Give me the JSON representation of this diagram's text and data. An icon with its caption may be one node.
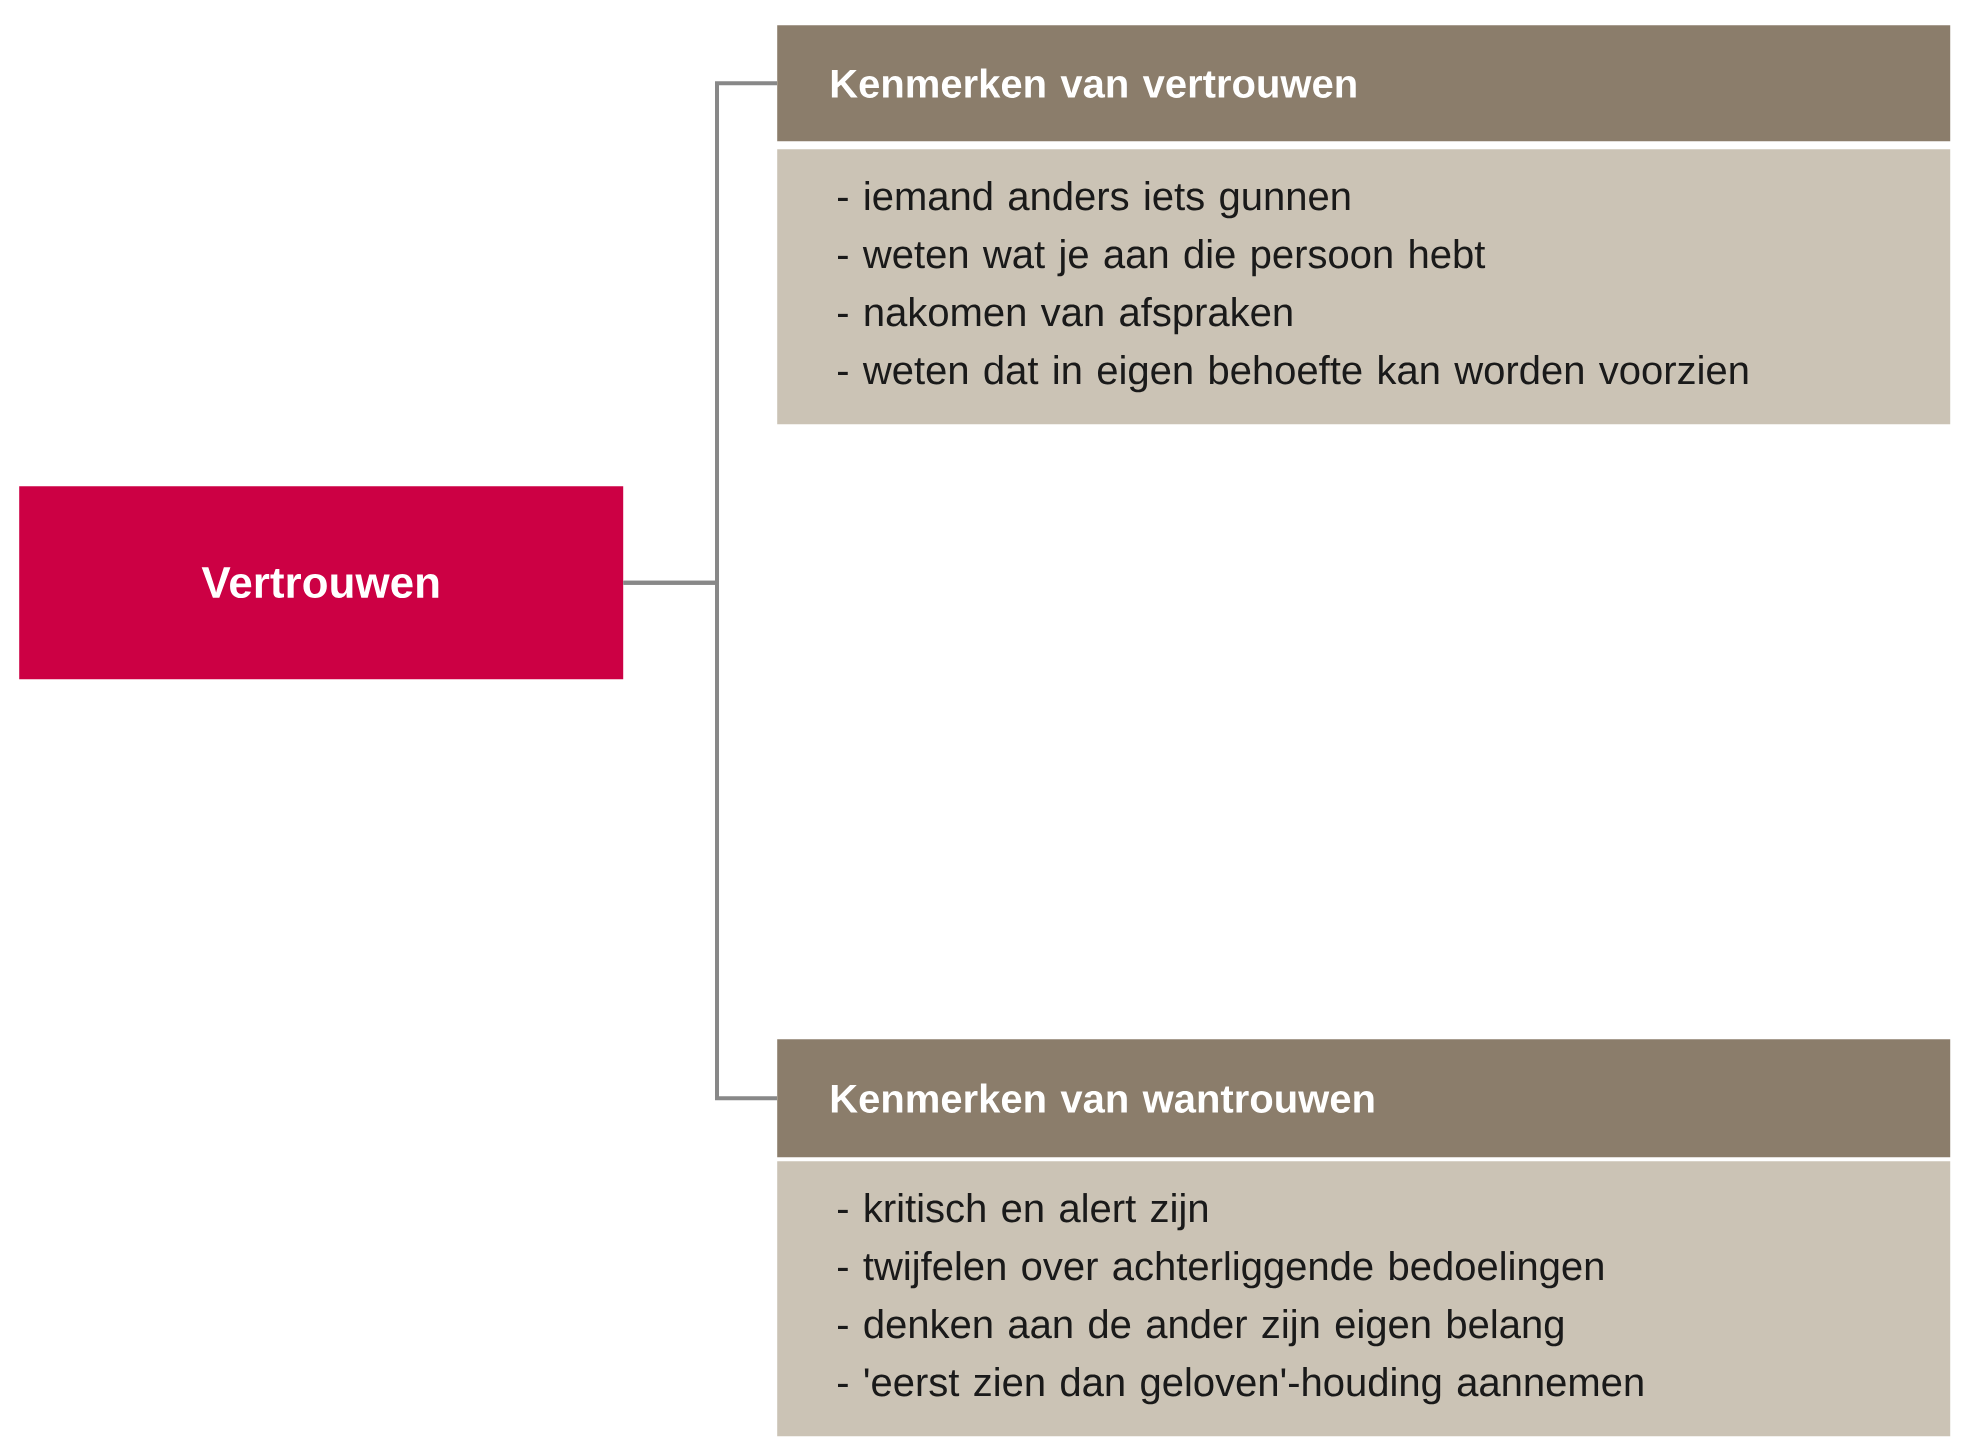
{
  "diagram": {
    "nodes": [
      {
        "text": [
          "Vertrouwen"
        ]
      },
      {
        "text": [
          "Kenmerken van vertrouwen"
        ]
      },
      {
        "text": [
          "- iemand anders iets gunnen",
          "- weten wat je aan die persoon hebt",
          "- nakomen van afspraken",
          "- weten dat in eigen behoefte kan worden voorzien"
        ]
      },
      {
        "text": [
          "Kenmerken van wantrouwen"
        ]
      },
      {
        "text": [
          "- kritisch en alert zijn",
          "- twijfelen over achterliggende bedoelingen",
          "- denken aan de ander zijn eigen belang",
          "- 'eerst zien dan geloven'-houding aannemen"
        ]
      }
    ],
    "edges": [
      {
        "from": 0,
        "to": 1,
        "arrow": "none"
      },
      {
        "from": 0,
        "to": 3,
        "arrow": "none"
      }
    ]
  }
}
